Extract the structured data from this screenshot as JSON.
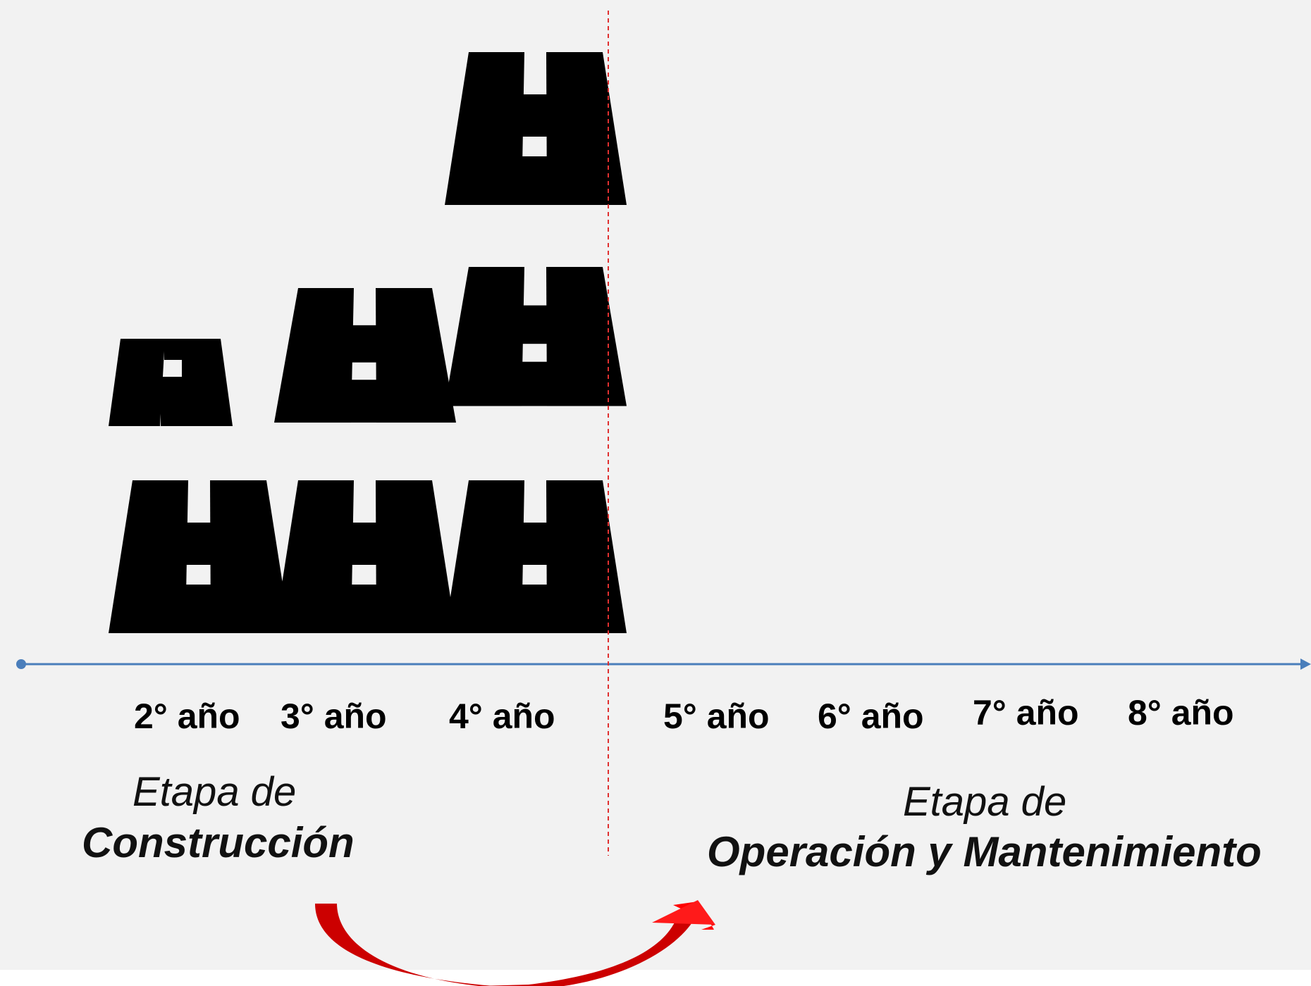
{
  "timeline": {
    "years": [
      "2° año",
      "3° año",
      "4° año",
      "5° año",
      "6° año",
      "7° año",
      "8° año"
    ]
  },
  "roads_per_year": [
    {
      "year": "2° año",
      "count": 2
    },
    {
      "year": "3° año",
      "count": 2
    },
    {
      "year": "4° año",
      "count": 3
    }
  ],
  "stages": {
    "construction": {
      "prefix": "Etapa de",
      "name": "Construcción"
    },
    "operation": {
      "prefix": "Etapa de",
      "name": "Operación y Mantenimiento"
    }
  },
  "colors": {
    "background": "#f2f2f2",
    "road": "#000000",
    "axis": "#4a7ebb",
    "divider": "#e03030",
    "arrow": "#e00000"
  },
  "icons": [
    "road-icon",
    "curved-arrow-icon"
  ]
}
